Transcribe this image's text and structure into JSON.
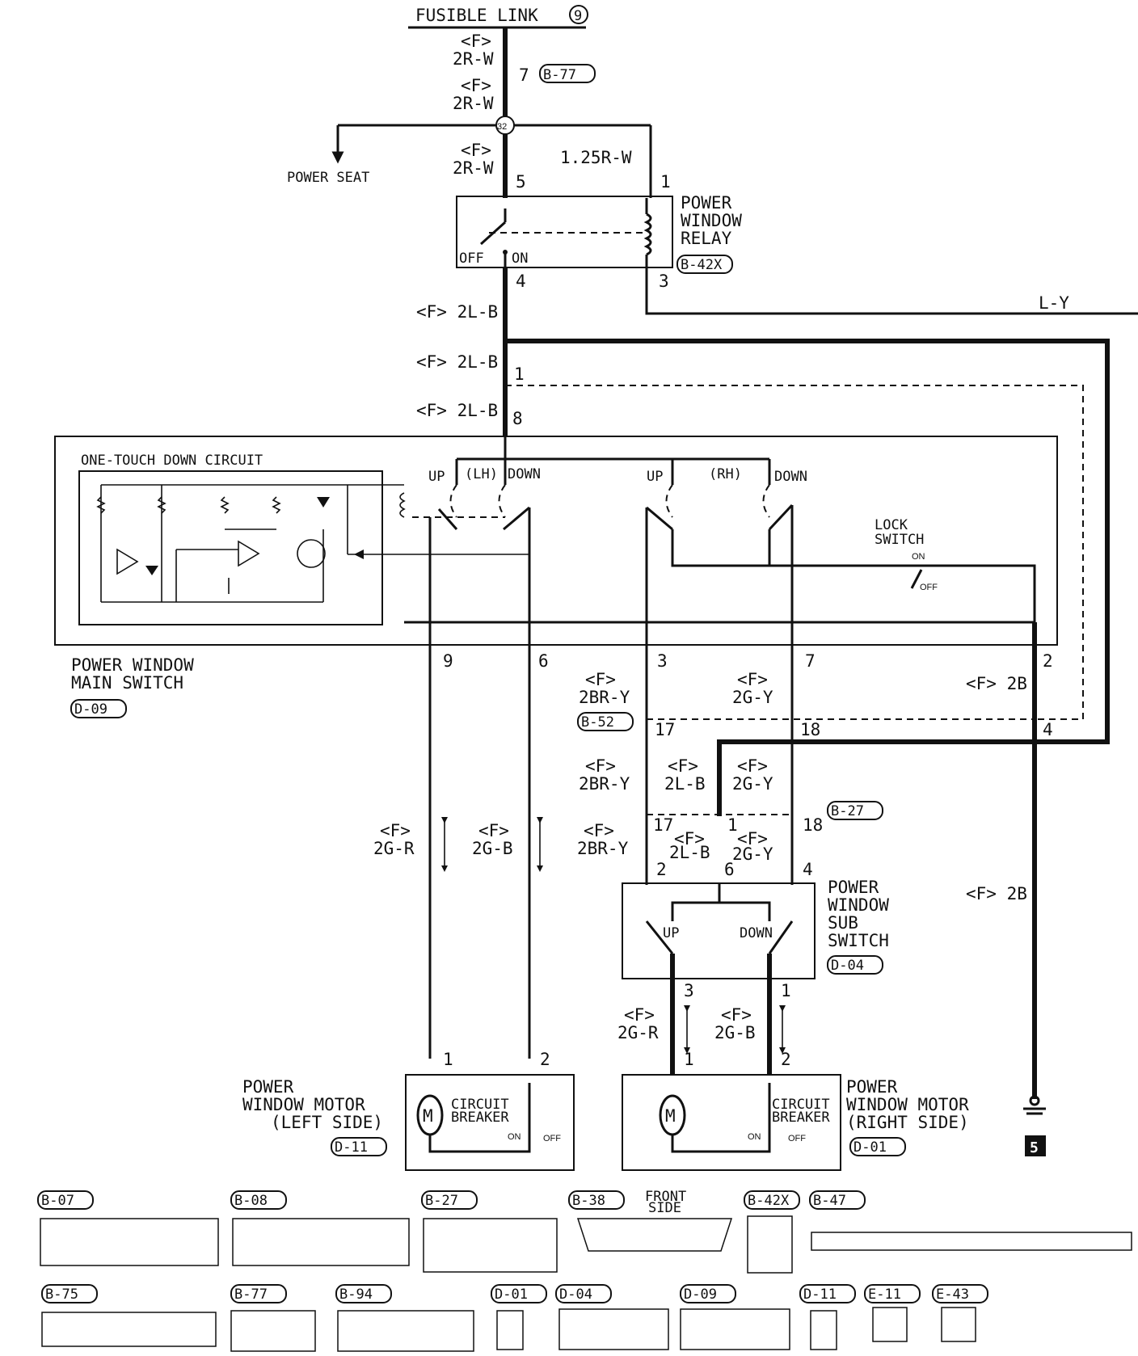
{
  "top": {
    "fusible_link": "FUSIBLE LINK",
    "fusible_num": "9"
  },
  "wires": {
    "f": "<F>",
    "r_w": "2R-W",
    "r_w_125": "1.25R-W",
    "l_b": "<F> 2L-B",
    "l_y": "L-Y",
    "br_y": "2BR-Y",
    "g_y": "2G-Y",
    "l_b2": "2L-B",
    "g_r": "2G-R",
    "g_b": "2G-B",
    "b_2b": "<F> 2B"
  },
  "labels": {
    "power_seat": "POWER SEAT",
    "relay": [
      "POWER",
      "WINDOW",
      "RELAY"
    ],
    "off": "OFF",
    "on": "ON",
    "splice": "32",
    "one_touch": "ONE-TOUCH DOWN CIRCUIT",
    "up": "UP",
    "down": "DOWN",
    "lh": "(LH)",
    "rh": "(RH)",
    "lock": [
      "LOCK",
      "SWITCH"
    ],
    "main_switch": [
      "POWER WINDOW",
      "MAIN SWITCH"
    ],
    "sub_switch": [
      "POWER",
      "WINDOW",
      "SUB",
      "SWITCH"
    ],
    "motor_left": [
      "POWER",
      "WINDOW MOTOR",
      "(LEFT SIDE)"
    ],
    "motor_right": [
      "POWER",
      "WINDOW MOTOR",
      "(RIGHT SIDE)"
    ],
    "circuit_breaker": [
      "CIRCUIT",
      "BREAKER"
    ],
    "motor": "M",
    "ground": "5",
    "front_side": [
      "FRONT",
      "SIDE"
    ]
  },
  "connectors": {
    "b77": "B-77",
    "b42x": "B-42X",
    "d09": "D-09",
    "b52": "B-52",
    "b27": "B-27",
    "d04": "D-04",
    "d11": "D-11",
    "d01": "D-01",
    "b07": "B-07",
    "b08": "B-08",
    "b38": "B-38",
    "b47": "B-47",
    "b75": "B-75",
    "b94": "B-94",
    "e11": "E-11",
    "e43": "E-43"
  },
  "pins": {
    "p7": "7",
    "p5": "5",
    "p1": "1",
    "p4": "4",
    "p3": "3",
    "p8": "8",
    "p9": "9",
    "p6": "6",
    "p2": "2",
    "p17": "17",
    "p18": "18"
  }
}
